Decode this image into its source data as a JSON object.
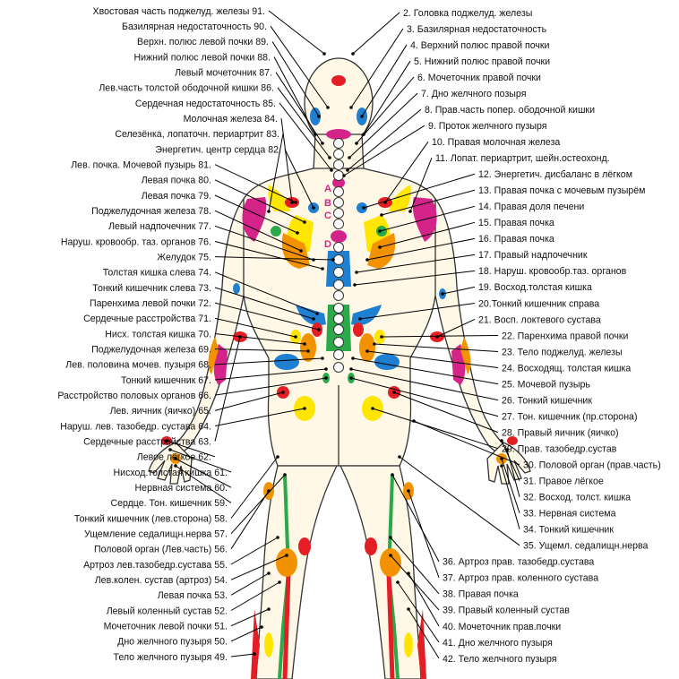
{
  "labels": {
    "left": [
      {
        "n": 91,
        "t": "Хвостовая часть поджелуд. железы 91."
      },
      {
        "n": 90,
        "t": "Базилярная недостаточность 90."
      },
      {
        "n": 89,
        "t": "Верхн. полюс левой почки 89."
      },
      {
        "n": 88,
        "t": "Нижний полюс левой почки 88."
      },
      {
        "n": 87,
        "t": "Левый мочеточник 87."
      },
      {
        "n": 86,
        "t": "Лев.часть толстой ободочной кишки 86."
      },
      {
        "n": 85,
        "t": "Сердечная недостаточность 85."
      },
      {
        "n": 84,
        "t": "Молочная железа 84."
      },
      {
        "n": 83,
        "t": "Селезёнка, лопаточн. периартрит 83."
      },
      {
        "n": 82,
        "t": "Энергетич. центр сердца 82."
      },
      {
        "n": 81,
        "t": "Лев. почка. Мочевой пузырь 81."
      },
      {
        "n": 80,
        "t": "Левая почка 80."
      },
      {
        "n": 79,
        "t": "Левая почка 79."
      },
      {
        "n": 78,
        "t": "Поджелудочная железа 78."
      },
      {
        "n": 77,
        "t": "Левый надпочечник 77."
      },
      {
        "n": 76,
        "t": "Наруш. кровообр. таз. органов 76."
      },
      {
        "n": 75,
        "t": "Желудок 75."
      },
      {
        "n": 74,
        "t": "Толстая кишка слева 74."
      },
      {
        "n": 73,
        "t": "Тонкий кишечник слева 73."
      },
      {
        "n": 72,
        "t": "Паренхима левой почки 72."
      },
      {
        "n": 71,
        "t": "Сердечные расстройства 71."
      },
      {
        "n": 70,
        "t": "Нисх. толстая кишка 70."
      },
      {
        "n": 69,
        "t": "Поджелудочная железа 69."
      },
      {
        "n": 68,
        "t": "Лев. половина мочев. пузыря 68."
      },
      {
        "n": 67,
        "t": "Тонкий кишечник 67."
      },
      {
        "n": 66,
        "t": "Расстройство половых органов 66."
      },
      {
        "n": 65,
        "t": "Лев. яичник (яичко) 65."
      },
      {
        "n": 64,
        "t": "Наруш. лев. тазобедр. сустава 64."
      },
      {
        "n": 63,
        "t": "Сердечные расстройства 63."
      },
      {
        "n": 62,
        "t": "Левое лёгкое 62."
      },
      {
        "n": 61,
        "t": "Нисход.толстая кишка 61."
      },
      {
        "n": 60,
        "t": "Нервная система 60."
      },
      {
        "n": 59,
        "t": "Сердце. Тон. кишечник 59."
      },
      {
        "n": 58,
        "t": "Тонкий кишечник (лев.сторона) 58."
      },
      {
        "n": 57,
        "t": "Ущемление седалищн.нерва 57."
      },
      {
        "n": 56,
        "t": "Половой орган (Лев.часть) 56."
      },
      {
        "n": 55,
        "t": "Артроз лев.тазобедр.сустава 55."
      },
      {
        "n": 54,
        "t": "Лев.колен. сустав (артроз) 54."
      },
      {
        "n": 53,
        "t": "Левая почка 53."
      },
      {
        "n": 52,
        "t": "Левый коленный сустав 52."
      },
      {
        "n": 51,
        "t": "Мочеточник левой почки 51."
      },
      {
        "n": 50,
        "t": "Дно желчного пузыря 50."
      },
      {
        "n": 49,
        "t": "Тело желчного пузыря 49."
      }
    ],
    "right": [
      {
        "n": 2,
        "t": "2. Головка поджелуд. железы"
      },
      {
        "n": 3,
        "t": "3. Базилярная недостаточность"
      },
      {
        "n": 4,
        "t": "4. Верхний полюс правой почки"
      },
      {
        "n": 5,
        "t": "5. Нижний полюс правой почки"
      },
      {
        "n": 6,
        "t": "6. Мочеточник правой почки"
      },
      {
        "n": 7,
        "t": "7. Дно желчного позыря"
      },
      {
        "n": 8,
        "t": "8. Прав.часть попер. ободочной кишки"
      },
      {
        "n": 9,
        "t": "9. Проток желчного пузыря"
      },
      {
        "n": 10,
        "t": "10. Правая молочная железа"
      },
      {
        "n": 11,
        "t": "11. Лопат. периартрит, шейн.остеохонд."
      },
      {
        "n": 12,
        "t": "12. Энергетич. дисбаланс в лёгком"
      },
      {
        "n": 13,
        "t": "13. Правая почка с мочевым пузырём"
      },
      {
        "n": 14,
        "t": "14. Правая доля печени"
      },
      {
        "n": 15,
        "t": "15. Правая почка"
      },
      {
        "n": 16,
        "t": "16. Правая почка"
      },
      {
        "n": 17,
        "t": "17. Правый надпочечник"
      },
      {
        "n": 18,
        "t": "18. Наруш. кровообр.таз. органов"
      },
      {
        "n": 19,
        "t": "19. Восход.толстая кишка"
      },
      {
        "n": 20,
        "t": "20.Тонкий кишечник справа"
      },
      {
        "n": 21,
        "t": "21. Восп. локтевого сустава"
      },
      {
        "n": 22,
        "t": "22. Паренхима правой почки"
      },
      {
        "n": 23,
        "t": "23. Тело поджелуд. железы"
      },
      {
        "n": 24,
        "t": "24. Восходящ. толстая кишка"
      },
      {
        "n": 25,
        "t": "25. Мочевой пузырь"
      },
      {
        "n": 26,
        "t": "26. Тонкий кишечник"
      },
      {
        "n": 27,
        "t": "27. Тон. кишечник (пр.сторона)"
      },
      {
        "n": 28,
        "t": "28. Правый яичник  (яичко)"
      },
      {
        "n": 29,
        "t": "29. Прав. тазобедр.сустав"
      },
      {
        "n": 30,
        "t": "30. Половой орган (прав.часть)"
      },
      {
        "n": 31,
        "t": "31. Правое лёгкое"
      },
      {
        "n": 32,
        "t": "32. Восход. толст. кишка"
      },
      {
        "n": 33,
        "t": "33. Нервная система"
      },
      {
        "n": 34,
        "t": "34. Тонкий кишечник"
      },
      {
        "n": 35,
        "t": "35. Ущемл. седалищн.нерва"
      },
      {
        "n": 36,
        "t": "36. Артроз прав. тазобедр.сустава"
      },
      {
        "n": 37,
        "t": "37. Артроз прав. коленного сустава"
      },
      {
        "n": 38,
        "t": "38. Правая почка"
      },
      {
        "n": 39,
        "t": "39. Правый коленный  сустав"
      },
      {
        "n": 40,
        "t": "40. Мочеточник прав.почки"
      },
      {
        "n": 41,
        "t": "41. Дно желчного пузыря"
      },
      {
        "n": 42,
        "t": "42. Тело желчного пузыря"
      }
    ]
  },
  "spine_letters": [
    "A",
    "B",
    "C",
    "D"
  ],
  "colors": {
    "red": "#e31e24",
    "yellow": "#ffe600",
    "orange": "#f39200",
    "blue": "#1f7fd0",
    "magenta": "#d4248a",
    "green": "#2aa84a",
    "skin": "#fff8e6",
    "outline": "#333333"
  }
}
